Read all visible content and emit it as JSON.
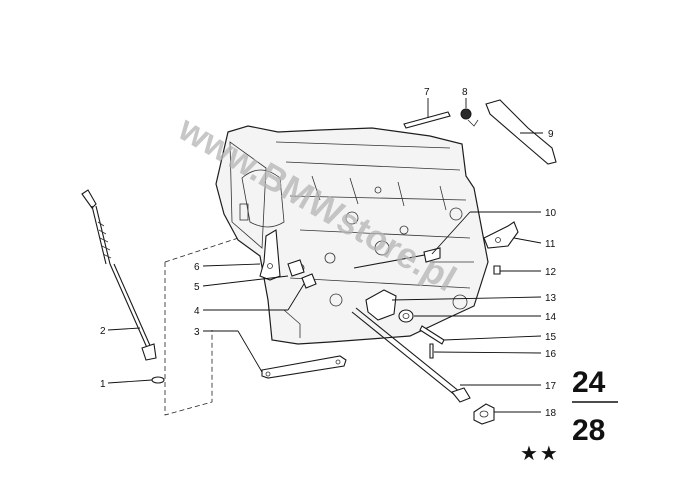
{
  "watermark": "www.BMWstore.pl",
  "group_code": {
    "top": "24",
    "bottom": "28"
  },
  "stars": "★★",
  "callouts": [
    {
      "id": "1",
      "label": "1"
    },
    {
      "id": "2",
      "label": "2"
    },
    {
      "id": "3",
      "label": "3"
    },
    {
      "id": "4",
      "label": "4"
    },
    {
      "id": "5",
      "label": "5"
    },
    {
      "id": "6",
      "label": "6"
    },
    {
      "id": "7",
      "label": "7"
    },
    {
      "id": "8",
      "label": "8"
    },
    {
      "id": "9",
      "label": "9"
    },
    {
      "id": "10",
      "label": "10"
    },
    {
      "id": "11",
      "label": "11"
    },
    {
      "id": "12",
      "label": "12"
    },
    {
      "id": "13",
      "label": "13"
    },
    {
      "id": "14",
      "label": "14"
    },
    {
      "id": "15",
      "label": "15"
    },
    {
      "id": "16",
      "label": "16"
    },
    {
      "id": "17",
      "label": "17"
    },
    {
      "id": "18",
      "label": "18"
    }
  ]
}
